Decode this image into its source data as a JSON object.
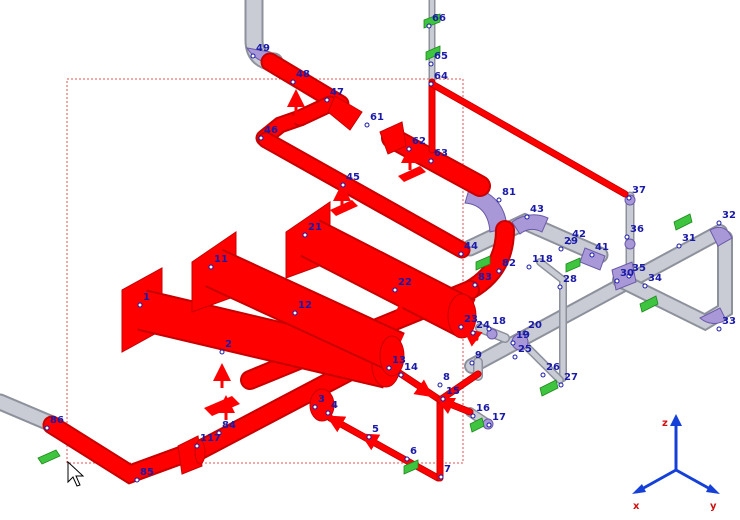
{
  "colors": {
    "background": "#ffffff",
    "pipe_red": "#ff0000",
    "pipe_red_dark": "#c80000",
    "pipe_gray": "#c9ccd4",
    "pipe_gray_dark": "#8d919c",
    "fitting_purple": "#a898d8",
    "fitting_purple_dark": "#6a5aa8",
    "support_green": "#3ec43e",
    "node_label": "#1a1aa8",
    "axis_blue": "#1540d8",
    "axis_label": "#d01010",
    "selection_box": "#e05050"
  },
  "nodes": [
    {
      "id": "n1",
      "label": "1"
    },
    {
      "id": "n2",
      "label": "2"
    },
    {
      "id": "n3",
      "label": "3"
    },
    {
      "id": "n4",
      "label": "4"
    },
    {
      "id": "n5",
      "label": "5"
    },
    {
      "id": "n6",
      "label": "6"
    },
    {
      "id": "n7",
      "label": "7"
    },
    {
      "id": "n8",
      "label": "8"
    },
    {
      "id": "n9",
      "label": "9"
    },
    {
      "id": "n11",
      "label": "11"
    },
    {
      "id": "n12",
      "label": "12"
    },
    {
      "id": "n13",
      "label": "13"
    },
    {
      "id": "n14",
      "label": "14"
    },
    {
      "id": "n15",
      "label": "15"
    },
    {
      "id": "n16",
      "label": "16"
    },
    {
      "id": "n17",
      "label": "17"
    },
    {
      "id": "n18",
      "label": "18"
    },
    {
      "id": "n19",
      "label": "19"
    },
    {
      "id": "n20",
      "label": "20"
    },
    {
      "id": "n21",
      "label": "21"
    },
    {
      "id": "n22",
      "label": "22"
    },
    {
      "id": "n23",
      "label": "23"
    },
    {
      "id": "n24",
      "label": "24"
    },
    {
      "id": "n25",
      "label": "25"
    },
    {
      "id": "n26",
      "label": "26"
    },
    {
      "id": "n27",
      "label": "27"
    },
    {
      "id": "n28",
      "label": "28"
    },
    {
      "id": "n29",
      "label": "29"
    },
    {
      "id": "n30",
      "label": "30"
    },
    {
      "id": "n31",
      "label": "31"
    },
    {
      "id": "n32",
      "label": "32"
    },
    {
      "id": "n33",
      "label": "33"
    },
    {
      "id": "n34",
      "label": "34"
    },
    {
      "id": "n35",
      "label": "35"
    },
    {
      "id": "n36",
      "label": "36"
    },
    {
      "id": "n37",
      "label": "37"
    },
    {
      "id": "n41",
      "label": "41"
    },
    {
      "id": "n42",
      "label": "42"
    },
    {
      "id": "n43",
      "label": "43"
    },
    {
      "id": "n44",
      "label": "44"
    },
    {
      "id": "n45",
      "label": "45"
    },
    {
      "id": "n46",
      "label": "46"
    },
    {
      "id": "n47",
      "label": "47"
    },
    {
      "id": "n48",
      "label": "48"
    },
    {
      "id": "n49",
      "label": "49"
    },
    {
      "id": "n61",
      "label": "61"
    },
    {
      "id": "n62",
      "label": "62"
    },
    {
      "id": "n63",
      "label": "63"
    },
    {
      "id": "n64",
      "label": "64"
    },
    {
      "id": "n65",
      "label": "65"
    },
    {
      "id": "n66",
      "label": "66"
    },
    {
      "id": "n81",
      "label": "81"
    },
    {
      "id": "n82",
      "label": "82"
    },
    {
      "id": "n83",
      "label": "83"
    },
    {
      "id": "n84",
      "label": "84"
    },
    {
      "id": "n85",
      "label": "85"
    },
    {
      "id": "n86",
      "label": "86"
    },
    {
      "id": "n117",
      "label": "117"
    },
    {
      "id": "n118",
      "label": "118"
    }
  ],
  "axes": {
    "z_label": "z",
    "x_label": "x",
    "y_label": "y"
  }
}
